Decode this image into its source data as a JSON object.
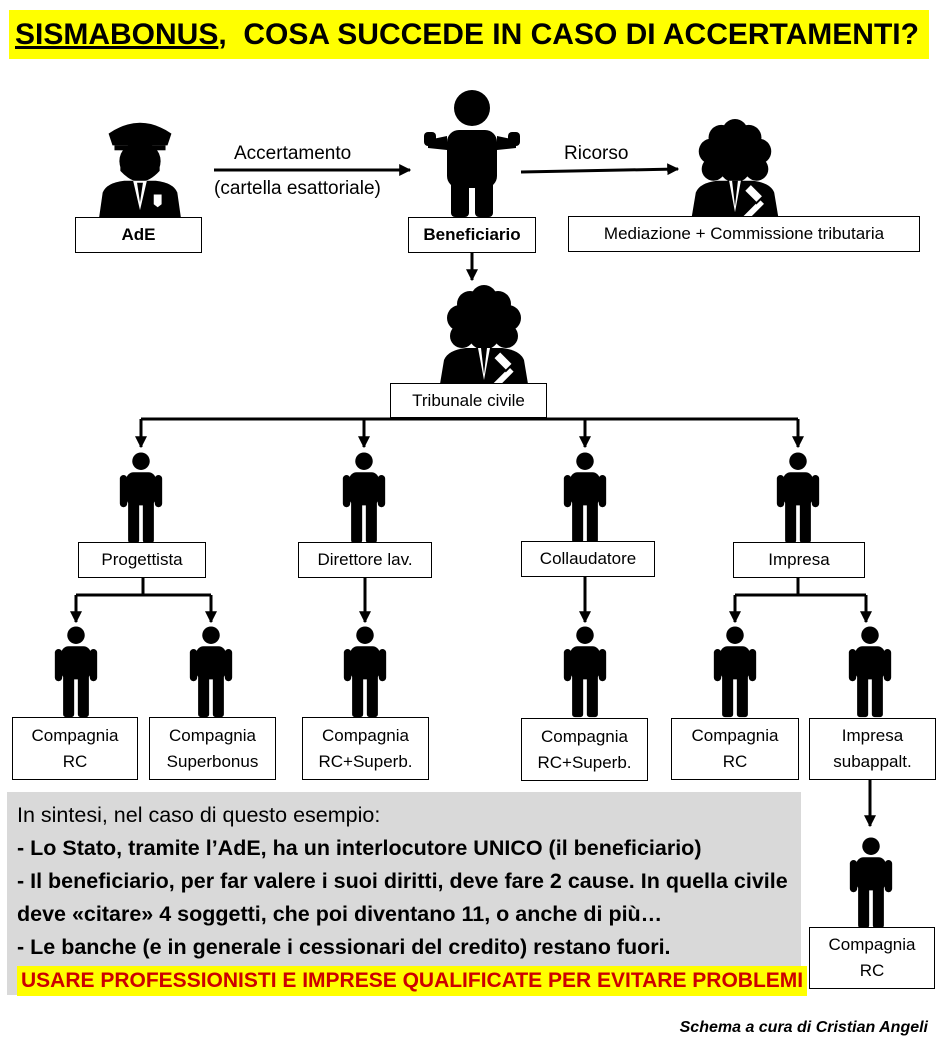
{
  "title": {
    "brand": "SISMABONUS",
    "separator": ",",
    "text": "COSA SUCCEDE IN CASO DI ACCERTAMENTI?"
  },
  "arrows": {
    "accertamento": "Accertamento",
    "cartella": "(cartella esattoriale)",
    "ricorso": "Ricorso"
  },
  "nodes": {
    "ade": "AdE",
    "beneficiario": "Beneficiario",
    "mediazione": "Mediazione + Commissione tributaria",
    "tribunale": "Tribunale civile",
    "progettista": "Progettista",
    "direttore": "Direttore lav.",
    "collaudatore": "Collaudatore",
    "impresa": "Impresa",
    "comp_rc_1": "Compagnia\nRC",
    "comp_superbonus": "Compagnia\nSuperbonus",
    "comp_rcsup_1": "Compagnia\nRC+Superb.",
    "comp_rcsup_2": "Compagnia\nRC+Superb.",
    "comp_rc_2": "Compagnia\nRC",
    "impresa_sub": "Impresa\nsubappalt.",
    "comp_rc_3": "Compagnia\nRC"
  },
  "icons": {
    "police": "police-officer-icon",
    "person": "person-icon",
    "shrugging": "shrugging-person-icon",
    "judge": "judge-with-gavel-icon"
  },
  "summary": {
    "intro": "In sintesi, nel caso di questo esempio:",
    "point1": "- Lo Stato, tramite l’AdE, ha un interlocutore UNICO (il beneficiario)",
    "point2": "- Il beneficiario, per far valere i suoi diritti, deve fare 2 cause. In quella civile deve «citare» 4 soggetti, che poi diventano 11, o anche di più…",
    "point3": "- Le banche (e in generale i cessionari del credito) restano fuori.",
    "warning": "USARE PROFESSIONISTI E IMPRESE QUALIFICATE PER EVITARE PROBLEMI"
  },
  "credit": "Schema a cura di Cristian Angeli",
  "colors": {
    "highlight": "#ffff00",
    "warning_text": "#cc0000",
    "summary_bg": "#d9d9d9"
  }
}
